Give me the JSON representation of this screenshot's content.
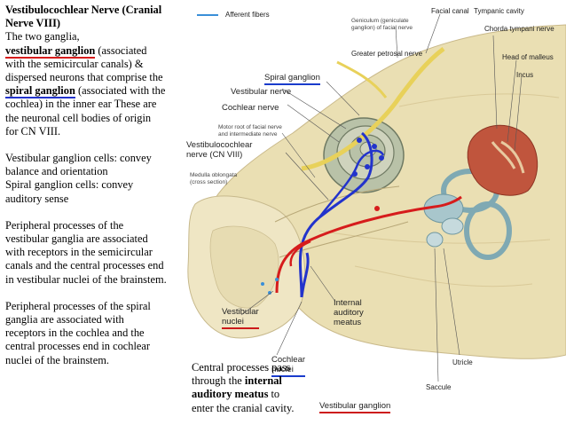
{
  "left_text": {
    "title_line1": "Vestibulocochlear Nerve (Cranial",
    "title_line2": "Nerve VIII)",
    "intro_prefix": "The two ganglia,",
    "vestibular_ganglion": "vestibular ganglion",
    "vestibular_assoc": " (associated",
    "semicircular_line": "with the semicircular canals) &",
    "dispersed_line": "dispersed neurons that comprise the",
    "spiral_ganglion": "spiral ganglion",
    "spiral_assoc": " (associated with the",
    "cochlea_line": "cochlea) in the inner ear These are",
    "neuronal_line": "the neuronal cell bodies of origin",
    "for_line": "for CN VIII.",
    "vg_cells_1": "Vestibular ganglion cells: convey",
    "vg_cells_2": "balance and orientation",
    "sg_cells_1": "Spiral ganglion cells: convey",
    "sg_cells_2": "auditory sense",
    "periph_vest_1": "Peripheral processes of the",
    "periph_vest_2": "vestibular ganglia are associated",
    "periph_vest_3": "with receptors in the semicircular",
    "periph_vest_4": "canals and the central processes end",
    "periph_vest_5": "in vestibular nuclei of the brainstem.",
    "periph_spiral_1": "Peripheral processes of the spiral",
    "periph_spiral_2": "ganglia are associated with",
    "periph_spiral_3": "receptors in the cochlea and the",
    "periph_spiral_4": "central processes end in cochlear",
    "periph_spiral_5": "nuclei of the brainstem."
  },
  "caption": {
    "line1": "Central processes pass",
    "line2_prefix": "through the ",
    "line2_bold": "internal",
    "line3_bold": "auditory meatus",
    "line3_suffix": " to",
    "line4": "enter the cranial cavity."
  },
  "figure_labels": {
    "afferent_fibers": "Afferent fibers",
    "facial_canal": "Facial canal",
    "tympanic_cavity": "Tympanic cavity",
    "geniculum_1": "Geniculum (geniculate",
    "geniculum_2": "ganglion) of facial nerve",
    "chorda_tympani": "Chorda tympani nerve",
    "greater_petrosal": "Greater petrosal nerve",
    "head_of_malleus": "Head of malleus",
    "spiral_ganglion": "Spiral ganglion",
    "incus": "Incus",
    "vestibular_nerve": "Vestibular nerve",
    "cochlear_nerve": "Cochlear nerve",
    "motor_root_1": "Motor root of facial nerve",
    "motor_root_2": "and intermediate nerve",
    "vestibulocochlear_1": "Vestibulocochlear",
    "vestibulocochlear_2": "nerve (CN VIII)",
    "medulla_1": "Medulla oblongata",
    "medulla_2": "(cross section)",
    "vestibular_nuclei_1": "Vestibular",
    "vestibular_nuclei_2": "nuclei",
    "internal_meatus_1": "Internal",
    "internal_meatus_2": "auditory",
    "internal_meatus_3": "meatus",
    "utricle": "Utricle",
    "cochlear_nuclei_1": "Cochlear",
    "cochlear_nuclei_2": "nuclei",
    "saccule": "Saccule",
    "vestibular_ganglion": "Vestibular ganglion"
  },
  "colors": {
    "vestibular_pathway": "#d61c1c",
    "cochlear_pathway": "#2233cc",
    "afferent_line": "#3a8fd8",
    "bone": "#e9dcae",
    "brainstem": "#ece3c0"
  }
}
